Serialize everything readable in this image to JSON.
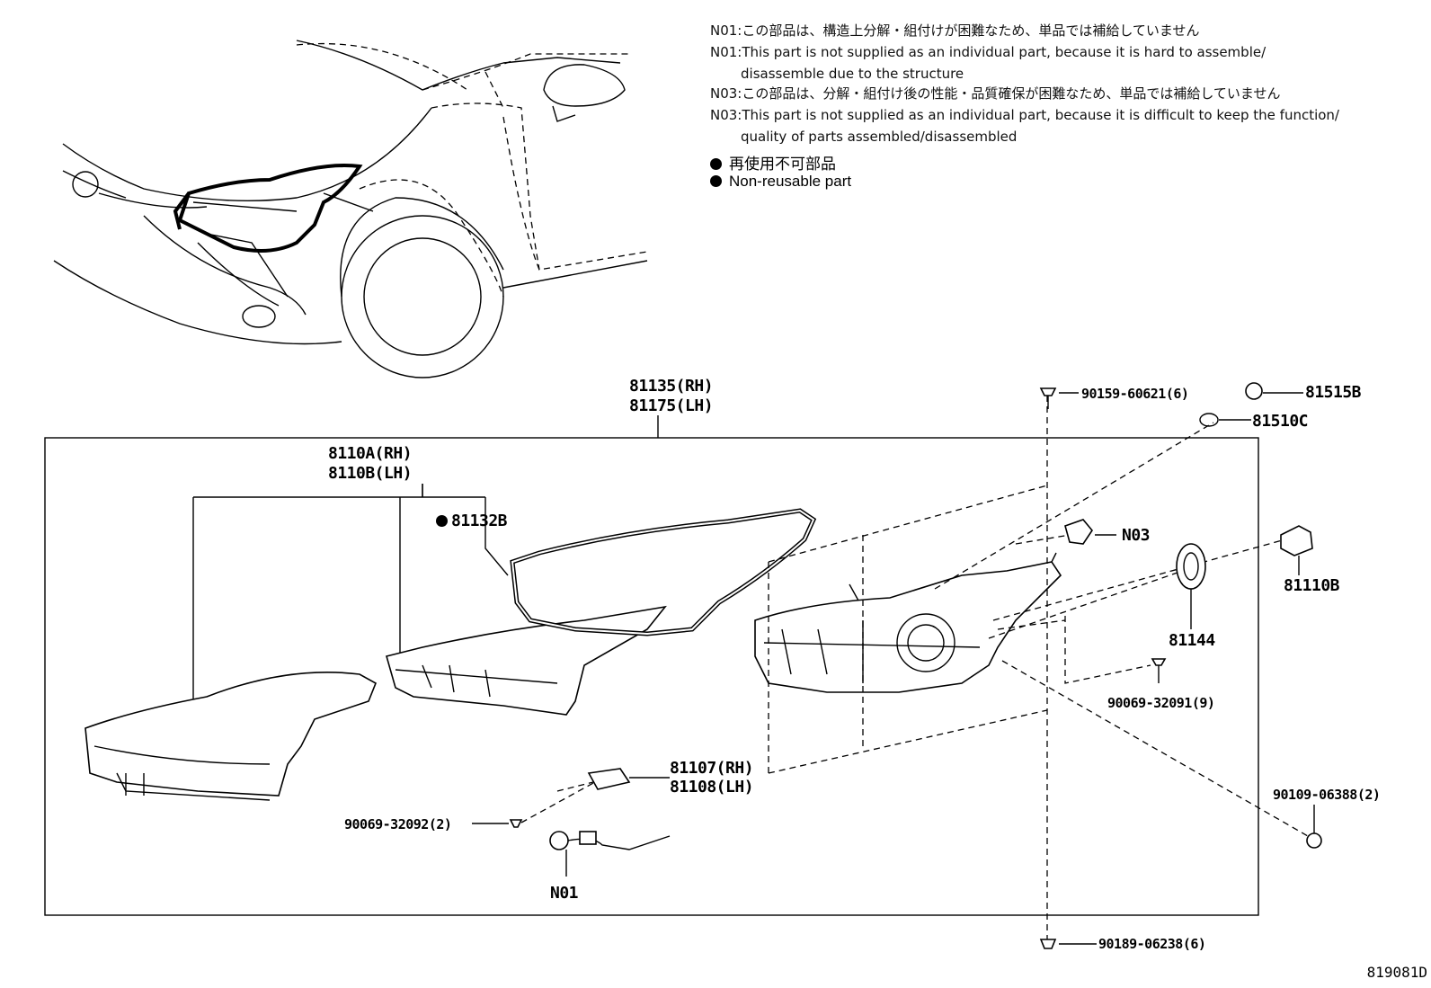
{
  "notes": {
    "n01_ja": "N01:この部品は、構造上分解・組付けが困難なため、単品では補給していません",
    "n01_en_1": "N01:This part is not supplied as an individual part, because it is hard to assemble/",
    "n01_en_2": "disassemble due to the structure",
    "n03_ja": "N03:この部品は、分解・組付け後の性能・品質確保が困難なため、単品では補給していません",
    "n03_en_1": "N03:This part is not supplied as an individual part, because it is difficult to keep the function/",
    "n03_en_2": "quality of parts assembled/disassembled"
  },
  "legend": {
    "ja": "再使用不可部品",
    "en": "Non-reusable part"
  },
  "callouts": {
    "assy_rh": "81135(RH)",
    "assy_lh": "81175(LH)",
    "lens_rh": "8110A(RH)",
    "lens_lh": "8110B(LH)",
    "gasket": "81132B",
    "screw_top": "90159-60621(6)",
    "cap": "81515B",
    "cap_ring": "81510C",
    "n03": "N03",
    "bulb": "81110B",
    "cover": "81144",
    "screw_right": "90069-32091(9)",
    "bracket_rh": "81107(RH)",
    "bracket_lh": "81108(LH)",
    "screw_left": "90069-32092(2)",
    "n01": "N01",
    "bolt_right": "90109-06388(2)",
    "bolt_bottom": "90189-06238(6)"
  },
  "figure_code": "819081D"
}
